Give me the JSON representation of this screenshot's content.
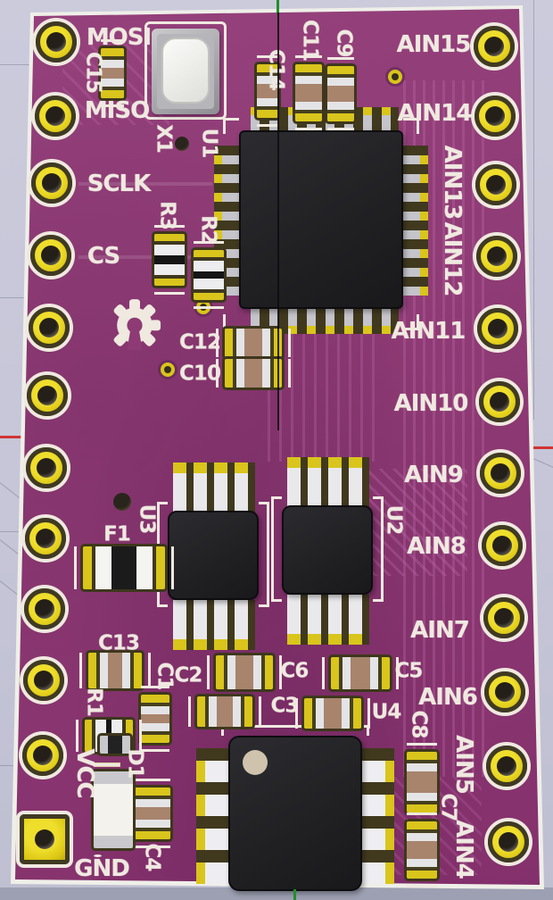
{
  "scene": {
    "description_labels_only": true,
    "background_color": "#c6c6d8",
    "axis_colors": {
      "x_axis_red": "#d13434",
      "y_axis_green": "#1f8f2a"
    }
  },
  "board": {
    "soldermask_color": "#8e3a74",
    "silkscreen_color": "#efe9e0",
    "pad_color": "#ddc914",
    "chip_color": "#202023",
    "logo_icon": "oshw-gear-logo",
    "pins": {
      "left_labels": [
        "MOSI",
        "MISO",
        "SCLK",
        "CS",
        "VCC",
        "GND"
      ],
      "right_labels": [
        "AIN15",
        "AIN14",
        "AIN13",
        "AIN12",
        "AIN11",
        "AIN10",
        "AIN9",
        "AIN8",
        "AIN7",
        "AIN6",
        "AIN5",
        "AIN4"
      ]
    },
    "components": {
      "x1": "X1",
      "u1": "U1",
      "u2": "U2",
      "u3": "U3",
      "u4": "U4",
      "r1": "R1",
      "r2": "R2",
      "r3": "R3",
      "f1": "F1",
      "d1": "D1",
      "c1": "C1",
      "c2": "C2",
      "c3": "C3",
      "c4": "C4",
      "c5": "C5",
      "c6": "C6",
      "c7": "C7",
      "c8": "C8",
      "c9": "C9",
      "c10": "C10",
      "c11": "C11",
      "c12": "C12",
      "c13": "C13",
      "c14": "C14",
      "c15": "C15"
    }
  }
}
